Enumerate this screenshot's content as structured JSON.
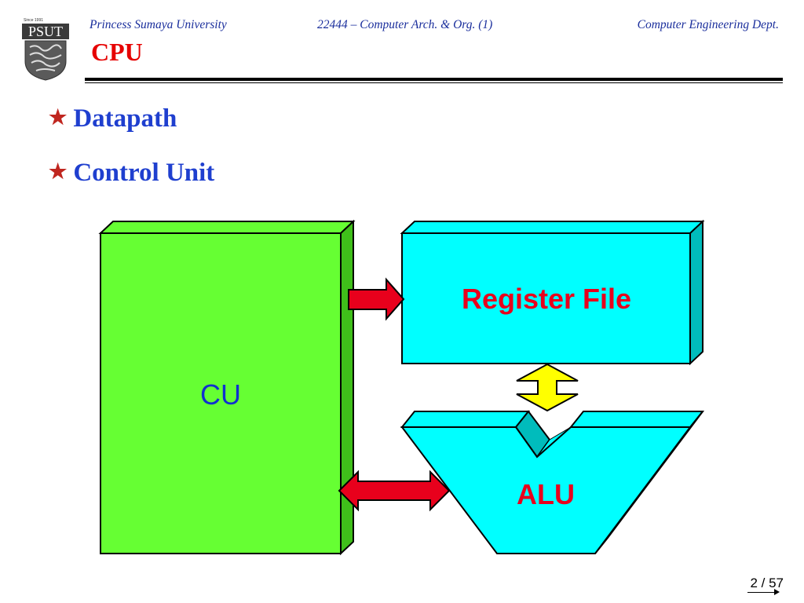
{
  "header": {
    "left": "Princess Sumaya University",
    "center": "22444 – Computer Arch. & Org. (1)",
    "right": "Computer Engineering Dept."
  },
  "logo": {
    "text": "PSUT",
    "small_text": "Since 1991",
    "icon": "psut-crest"
  },
  "title": "CPU",
  "bullets": [
    "Datapath",
    "Control Unit"
  ],
  "bullet_icon": "star-icon",
  "diagram": {
    "blocks": {
      "cu": "CU",
      "register_file": "Register File",
      "alu": "ALU"
    },
    "colors": {
      "cu_fill": "#66ff33",
      "blue_fill": "#00ffff",
      "arrow_red": "#e8001c",
      "arrow_yellow": "#ffff00",
      "cu_text": "#1030d0",
      "label_red": "#e8001c"
    }
  },
  "page": "2 / 57"
}
